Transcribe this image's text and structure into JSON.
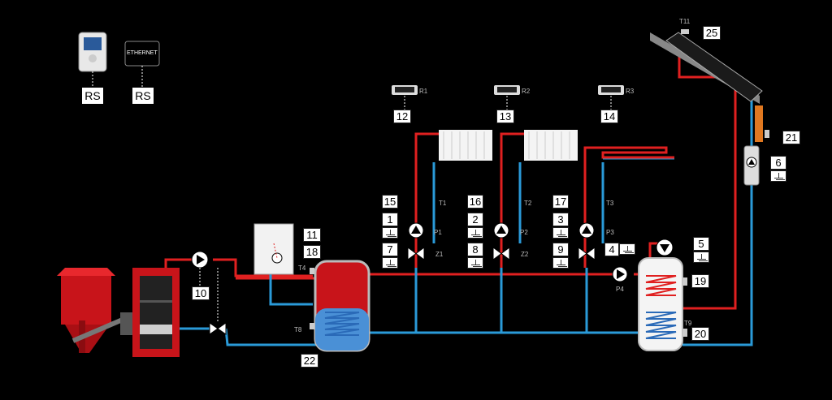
{
  "top_left": {
    "rs_left": "RS",
    "rs_right": "RS",
    "ethernet_label": "ETHERNET"
  },
  "numbers": {
    "n1": "1",
    "n2": "2",
    "n3": "3",
    "n4": "4",
    "n5": "5",
    "n6": "6",
    "n7": "7",
    "n8": "8",
    "n9": "9",
    "n10": "10",
    "n11": "11",
    "n12": "12",
    "n13": "13",
    "n14": "14",
    "n15": "15",
    "n16": "16",
    "n17": "17",
    "n18": "18",
    "n19": "19",
    "n20": "20",
    "n21": "21",
    "n22": "22",
    "n25": "25"
  },
  "tags": {
    "r1": "R1",
    "r2": "R2",
    "r3": "R3",
    "t1": "T1",
    "t2": "T2",
    "t3": "T3",
    "t4": "T4",
    "t8": "T8",
    "t9": "T9",
    "t11": "T11",
    "p1": "P1",
    "p2": "P2",
    "p3": "P3",
    "p4": "P4",
    "z1": "Z1",
    "z2": "Z2"
  },
  "colors": {
    "hot": "#e02020",
    "cold": "#2a9ad8",
    "background": "#000000",
    "boiler": "#c8141a"
  }
}
